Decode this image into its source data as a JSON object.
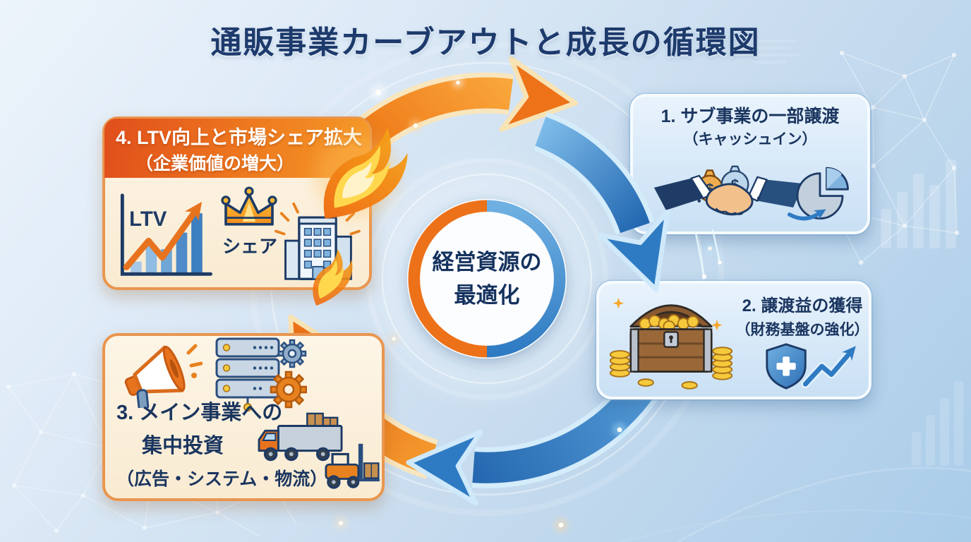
{
  "title": "通販事業カーブアウトと成長の循環図",
  "center_circle": {
    "line1": "経営資源の",
    "line2": "最適化"
  },
  "steps": {
    "step1": {
      "line1": "1. サブ事業の一部譲渡",
      "line2": "（キャッシュイン）"
    },
    "step2": {
      "line1": "2. 譲渡益の獲得",
      "line2": "（財務基盤の強化）"
    },
    "step3": {
      "line1": "3. メイン事業への",
      "line2": "集中投資",
      "line3": "（広告・システム・物流）"
    },
    "step4": {
      "line1": "4. LTV向上と市場シェア拡大",
      "line2": "（企業価値の増大）",
      "chart_label": "LTV",
      "crown_label": "シェア"
    }
  },
  "icon_labels": {
    "money_symbol": "$"
  },
  "icons": {
    "step1": [
      "handshake-icon",
      "money-bag-orange-icon",
      "money-bag-blue-icon",
      "pie-chart-carveout-icon",
      "curved-arrow-icon"
    ],
    "step2": [
      "treasure-chest-icon",
      "gold-coins-icon",
      "shield-plus-icon",
      "growth-arrow-icon"
    ],
    "step3": [
      "megaphone-icon",
      "server-rack-icon",
      "gears-icon",
      "delivery-truck-icon",
      "forklift-icon"
    ],
    "step4": [
      "ltv-bar-chart-icon",
      "rising-arrow-icon",
      "crown-icon",
      "office-building-icon"
    ]
  },
  "cycle": {
    "direction": "clockwise",
    "order": [
      "step1",
      "step2",
      "step3",
      "step4"
    ]
  },
  "colors": {
    "background_top": "#EDF4FB",
    "background_bottom": "#A9CCE9",
    "title_text": "#1D3A6C",
    "body_text": "#1A355F",
    "arrow_orange": "#ED7218",
    "arrow_blue": "#2F7BC3",
    "box_blue_bg": "#D9E9F7",
    "box_cream_bg": "#FBF0DC",
    "box_orange_border": "#E9964F",
    "step4_header_orange": "#EE7A1F",
    "center_ring_orange": "#EC7119",
    "center_ring_blue": "#3E92D6",
    "gold": "#F6C93C"
  },
  "decorations": [
    "network-mesh-top-right",
    "network-mesh-bottom-left",
    "bar-chart-silhouettes",
    "glow-dots",
    "flame-effect",
    "concentric-rings"
  ]
}
